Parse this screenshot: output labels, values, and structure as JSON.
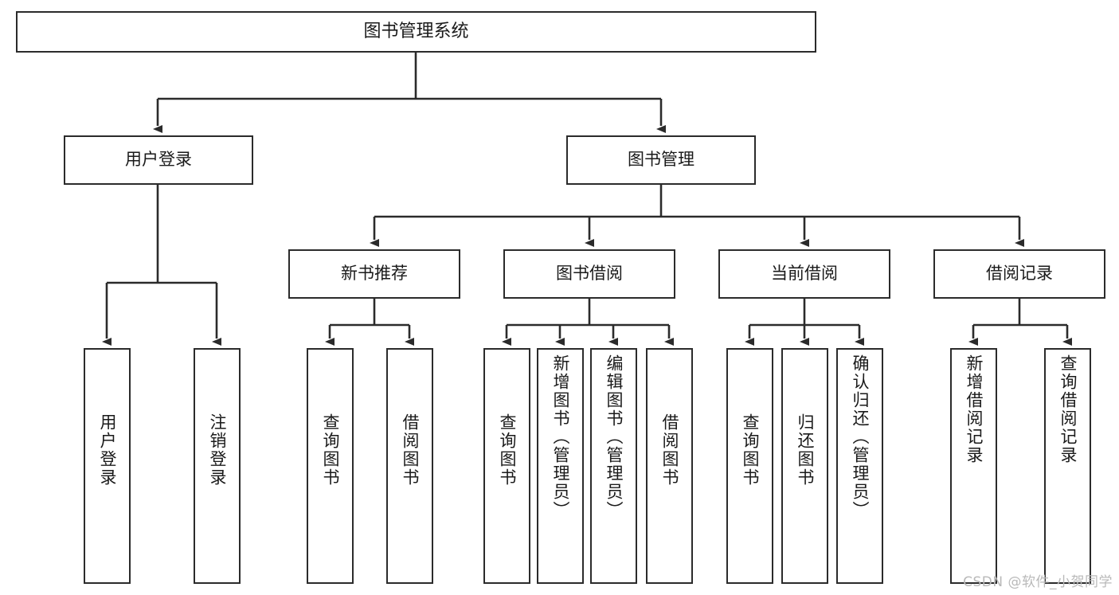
{
  "diagram": {
    "type": "tree-hierarchy-diagram",
    "title": "图书管理系统",
    "watermark": "CSDN @软件_小贺同学",
    "colors": {
      "stroke": "#2b2b2b",
      "fill": "#ffffff",
      "text": "#1a1a1a",
      "watermark": "#b9b9b9"
    },
    "root": {
      "label": "图书管理系统"
    },
    "level1": [
      {
        "label": "用户登录"
      },
      {
        "label": "图书管理"
      }
    ],
    "level2": [
      {
        "label": "新书推荐"
      },
      {
        "label": "图书借阅"
      },
      {
        "label": "当前借阅"
      },
      {
        "label": "借阅记录"
      }
    ],
    "leaves": {
      "user_login": [
        {
          "label": "用户登录"
        },
        {
          "label": "注销登录"
        }
      ],
      "new_book_recommend": [
        {
          "label": "查询图书"
        },
        {
          "label": "借阅图书"
        }
      ],
      "book_borrow": [
        {
          "label": "查询图书"
        },
        {
          "label": "新增图书（管理员）"
        },
        {
          "label": "编辑图书（管理员）"
        },
        {
          "label": "借阅图书"
        }
      ],
      "current_borrow": [
        {
          "label": "查询图书"
        },
        {
          "label": "归还图书"
        },
        {
          "label": "确认归还（管理员）"
        }
      ],
      "borrow_record": [
        {
          "label": "新增借阅记录"
        },
        {
          "label": "查询借阅记录"
        }
      ]
    }
  }
}
